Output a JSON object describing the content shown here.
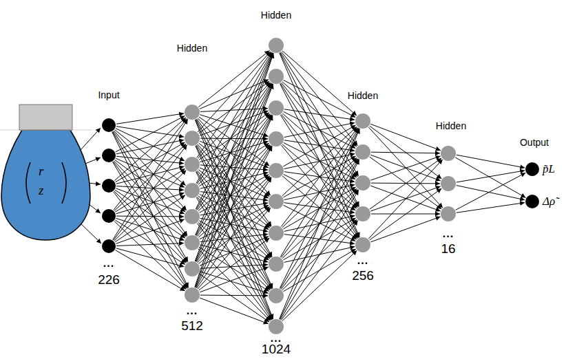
{
  "diagram": {
    "nodes": [
      {
        "text": [
          "r⃗",
          "z⃗"
        ]
      },
      {
        "text": [
          "p̃L"
        ]
      },
      {
        "text": [
          "Δρ̃"
        ]
      }
    ],
    "labels": [
      "Input",
      "...",
      "226",
      "Hidden",
      "...",
      "512",
      "Hidden",
      "...",
      "1024",
      "Hidden",
      "...",
      "256",
      "Hidden",
      "...",
      "16",
      "Output"
    ]
  }
}
